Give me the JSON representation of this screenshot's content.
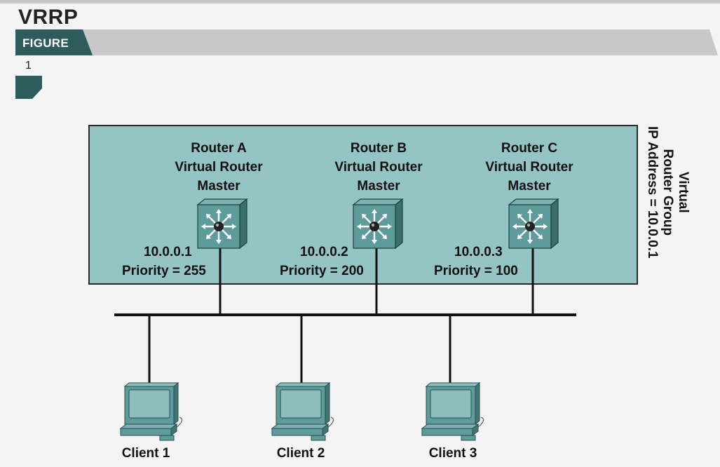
{
  "page": {
    "title": "VRRP",
    "figure_label": "FIGURE",
    "figure_number": "1"
  },
  "colors": {
    "figure_bar": "#c8c8c8",
    "figure_tab": "#2e5b5b",
    "group_box_fill": "#95c4c4",
    "device_teal": "#4f8d8d"
  },
  "group_caption": {
    "line1": "Virtual",
    "line2": "Router Group",
    "line3": "IP Address = 10.0.0.1"
  },
  "routers": [
    {
      "name": "Router A",
      "role1": "Virtual Router",
      "role2": "Master",
      "ip": "10.0.0.1",
      "priority": "Priority = 255",
      "icon": "router-switch-icon"
    },
    {
      "name": "Router B",
      "role1": "Virtual Router",
      "role2": "Master",
      "ip": "10.0.0.2",
      "priority": "Priority = 200",
      "icon": "router-switch-icon"
    },
    {
      "name": "Router C",
      "role1": "Virtual Router",
      "role2": "Master",
      "ip": "10.0.0.3",
      "priority": "Priority = 100",
      "icon": "router-switch-icon"
    }
  ],
  "clients": [
    {
      "name": "Client 1",
      "icon": "workstation-icon"
    },
    {
      "name": "Client 2",
      "icon": "workstation-icon"
    },
    {
      "name": "Client 3",
      "icon": "workstation-icon"
    }
  ]
}
